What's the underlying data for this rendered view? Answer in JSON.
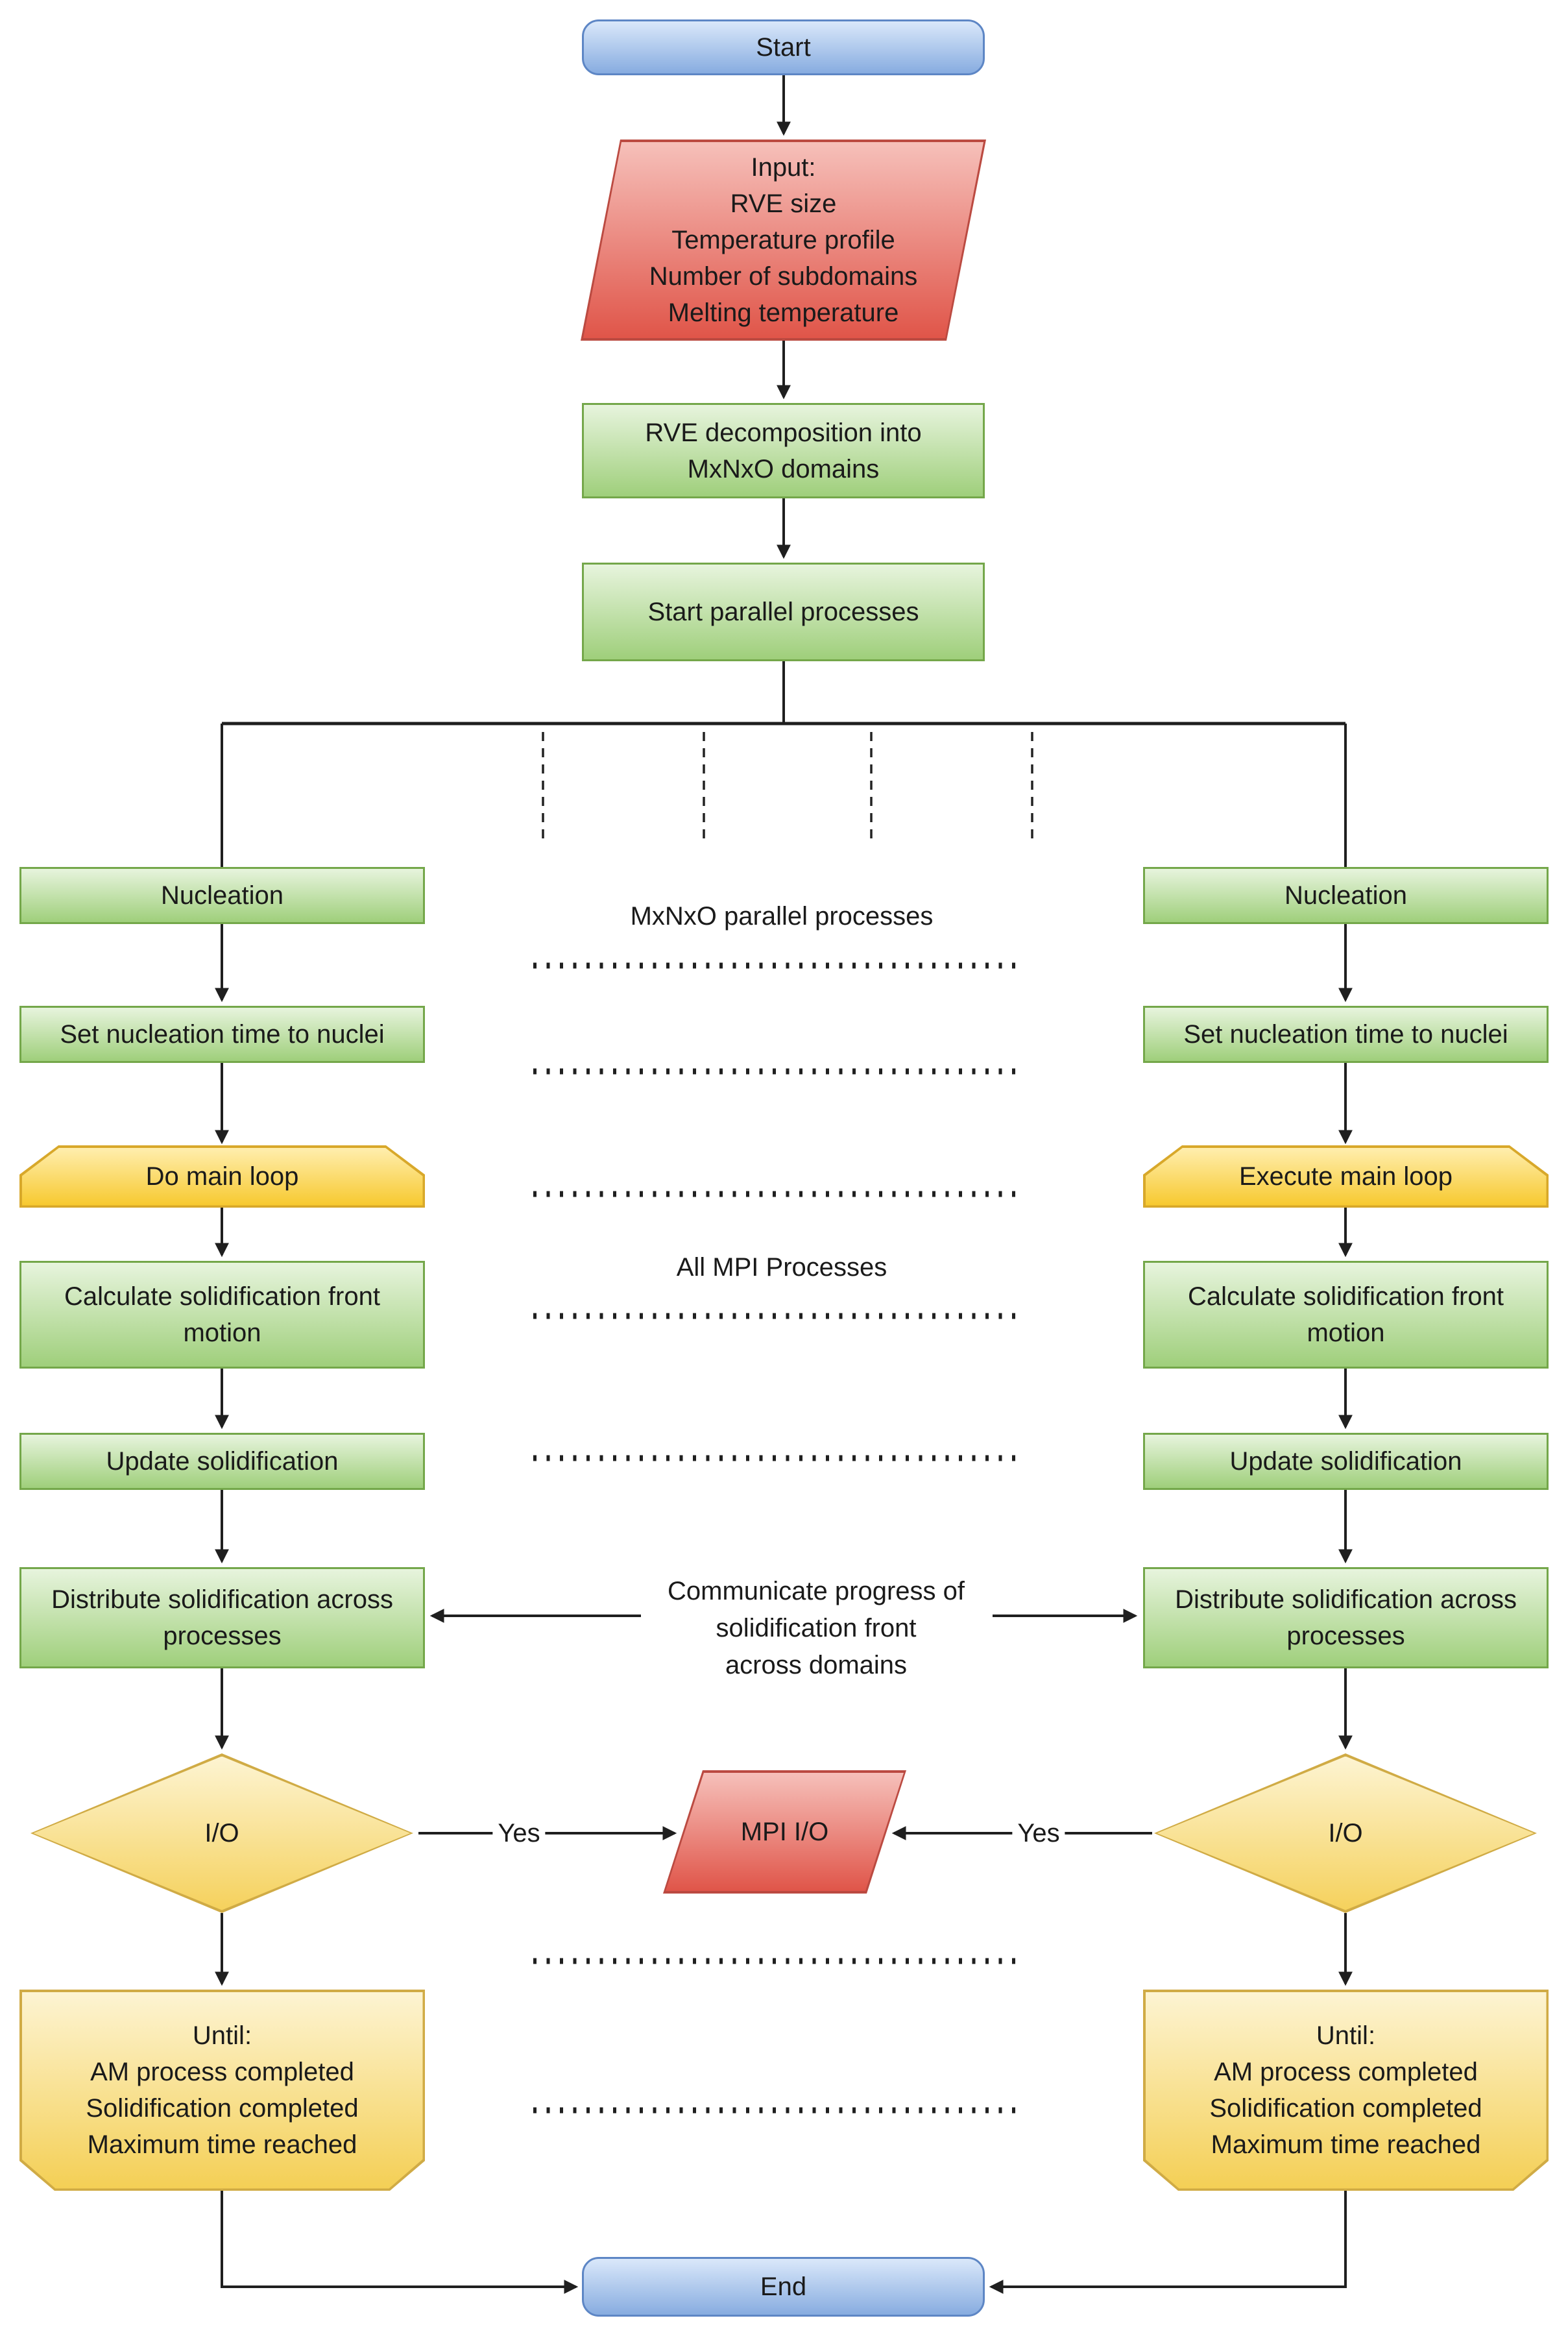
{
  "flow": {
    "start": "Start",
    "input": [
      "Input:",
      "RVE size",
      "Temperature profile",
      "Number of subdomains",
      "Melting temperature"
    ],
    "rve_decomposition": [
      "RVE decomposition into",
      "MxNxO domains"
    ],
    "start_parallel": "Start parallel processes",
    "left": {
      "nucleation": "Nucleation",
      "set_nucleation": "Set nucleation time to nuclei",
      "main_loop": "Do main loop",
      "calculate_front": [
        "Calculate solidification front",
        "motion"
      ],
      "update": "Update solidification",
      "distribute": [
        "Distribute solidification across",
        "processes"
      ],
      "io": "I/O",
      "until": [
        "Until:",
        "AM process completed",
        "Solidification completed",
        "Maximum time reached"
      ]
    },
    "right": {
      "nucleation": "Nucleation",
      "set_nucleation": "Set nucleation time to nuclei",
      "main_loop": "Execute main loop",
      "calculate_front": [
        "Calculate solidification front",
        "motion"
      ],
      "update": "Update solidification",
      "distribute": [
        "Distribute solidification across",
        "processes"
      ],
      "io": "I/O",
      "until": [
        "Until:",
        "AM process completed",
        "Solidification completed",
        "Maximum time reached"
      ]
    },
    "center": {
      "parallel_processes_label": "MxNxO parallel processes",
      "all_mpi_label": "All MPI Processes",
      "communicate": [
        "Communicate progress of",
        "solidification front",
        "across domains"
      ],
      "mpi_io": "MPI I/O",
      "yes_left": "Yes",
      "yes_right": "Yes"
    },
    "end": "End"
  },
  "colors": {
    "terminator_fill_top": "#dae8fa",
    "terminator_fill_bottom": "#87ace0",
    "terminator_stroke": "#5d86c5",
    "process_fill_top": "#e7f4dd",
    "process_fill_bottom": "#9fcf7b",
    "process_stroke": "#74a74a",
    "loop_fill_top": "#ffeeae",
    "loop_fill_bottom": "#f7c92f",
    "loop_stroke": "#d8a82a",
    "decision_fill_top": "#fdf4d2",
    "decision_fill_bottom": "#f5d15c",
    "decision_stroke": "#d0ab45",
    "io_fill_top": "#f6c0ba",
    "io_fill_bottom": "#e05549",
    "io_stroke": "#bb4a41",
    "connector": "#1f1f1f",
    "text": "#1a1a1a"
  }
}
